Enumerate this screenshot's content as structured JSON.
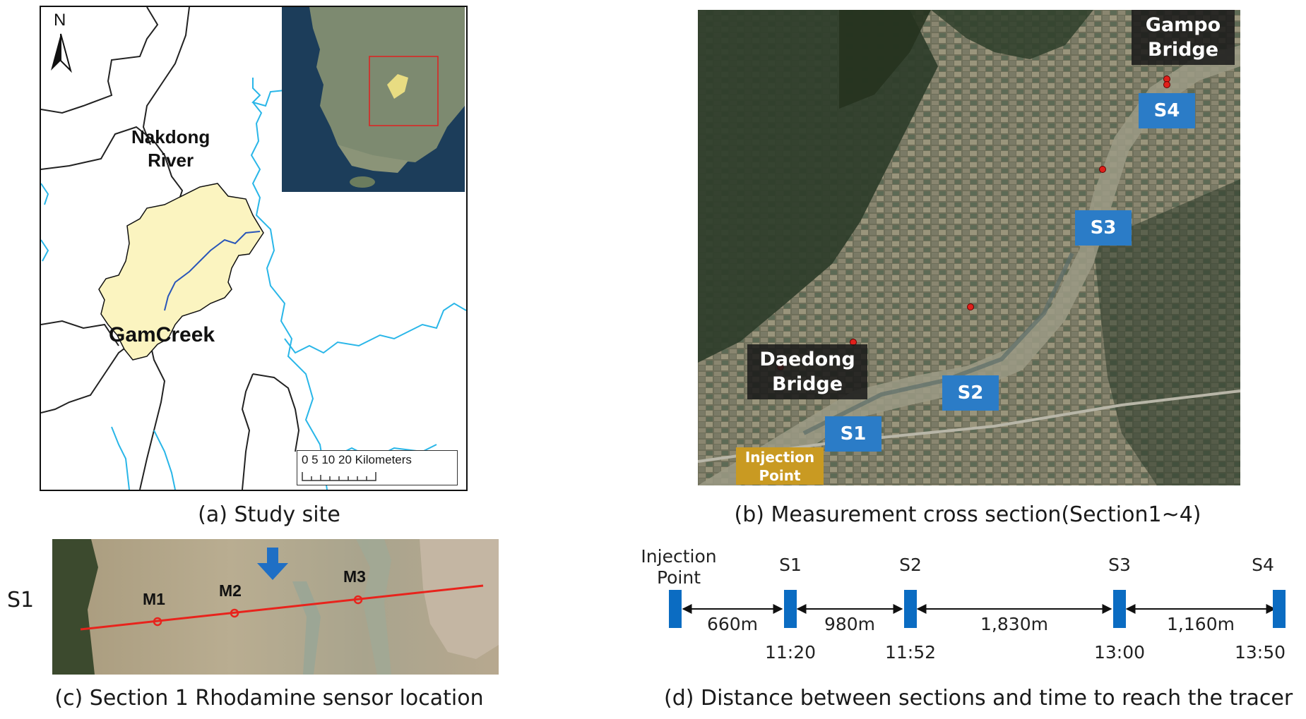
{
  "panel_a": {
    "caption": "(a) Study site",
    "north": "N",
    "river_label_line1": "Nakdong",
    "river_label_line2": "River",
    "creek_label": "GamCreek",
    "scale_numbers": "0  5  10      20  Kilometers",
    "colors": {
      "river": "#29b6e8",
      "basin": "#fbf4c0",
      "boundary": "#222222",
      "stream": "#2a56b8"
    }
  },
  "panel_b": {
    "caption": "(b) Measurement cross section(Section1~4)",
    "gampo_line1": "Gampo",
    "gampo_line2": "Bridge",
    "daedong_line1": "Daedong",
    "daedong_line2": "Bridge",
    "injection_line1": "Injection",
    "injection_line2": "Point",
    "sections": [
      "S1",
      "S2",
      "S3",
      "S4"
    ],
    "colors": {
      "section_box": "#2b7cc7",
      "injection_box": "#c99a22",
      "point": "#e0201b"
    }
  },
  "panel_c": {
    "caption": "(c) Section 1 Rhodamine sensor location",
    "side_label": "S1",
    "sensors": [
      "M1",
      "M2",
      "M3"
    ],
    "colors": {
      "transect": "#e8231c",
      "arrow": "#1f6fc5"
    }
  },
  "panel_d": {
    "caption": "(d) Distance between sections and time to reach the tracer",
    "stations": [
      {
        "name_line1": "Injection",
        "name_line2": "Point",
        "time": ""
      },
      {
        "name_line1": "S1",
        "name_line2": "",
        "time": "11:20"
      },
      {
        "name_line1": "S2",
        "name_line2": "",
        "time": "11:52"
      },
      {
        "name_line1": "S3",
        "name_line2": "",
        "time": "13:00"
      },
      {
        "name_line1": "S4",
        "name_line2": "",
        "time": "13:50"
      }
    ],
    "distances": [
      "660m",
      "980m",
      "1,830m",
      "1,160m"
    ],
    "colors": {
      "bar": "#0b6cc2"
    }
  }
}
